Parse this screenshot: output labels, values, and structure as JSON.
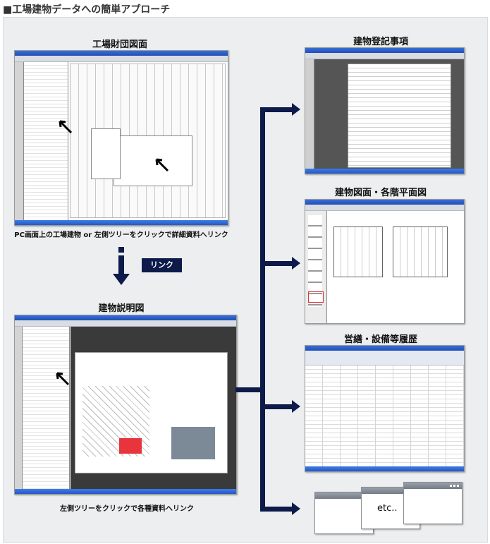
{
  "title": "■工場建物データへの簡単アプローチ",
  "captions": {
    "factory_plan": "工場財団図面",
    "factory_note": "PC画面上の工場建物 or 左側ツリーをクリックで詳細資料へリンク",
    "link": "リンク",
    "building_desc": "建物説明図",
    "building_note": "左側ツリーをクリックで各種資料へリンク",
    "registry": "建物登記事項",
    "floor_plans": "建物図面・各階平面図",
    "history": "営繕・設備等履歴",
    "etc": "etc.."
  },
  "colors": {
    "connector": "#0d1a4a",
    "title_text": "#333333",
    "panel_bg": "#eceeef"
  },
  "icons": [
    "cursor-arrow-icon",
    "down-arrow-icon",
    "right-arrow-icon",
    "window-icon"
  ]
}
